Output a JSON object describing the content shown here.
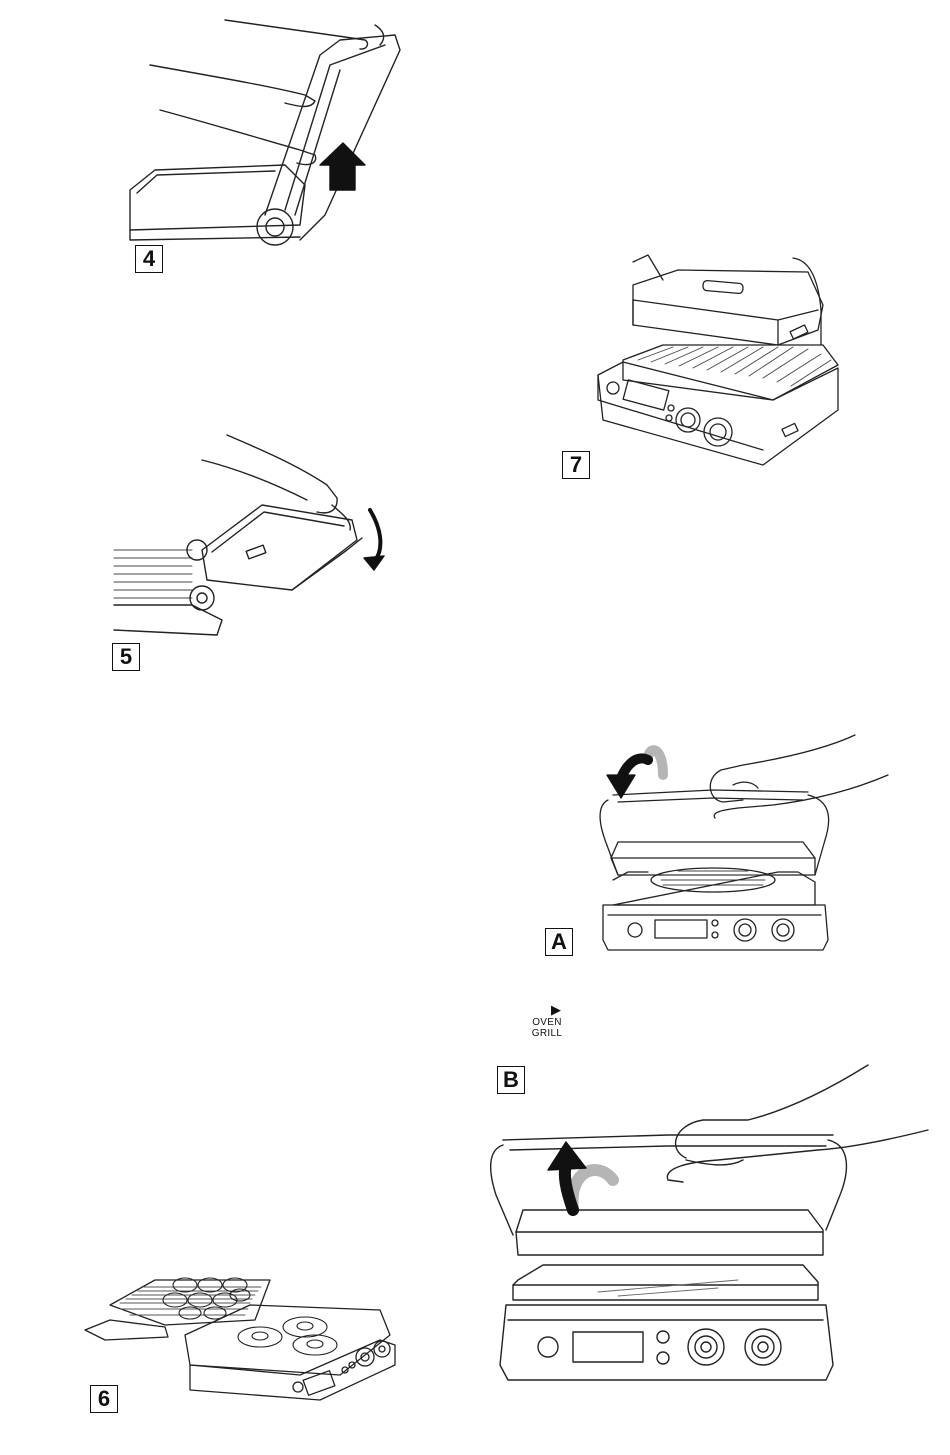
{
  "labels": {
    "step4": "4",
    "step5": "5",
    "step6": "6",
    "step7": "7",
    "stepA": "A",
    "stepB": "B"
  },
  "button_icon": {
    "symbol": "▶",
    "line1": "OVEN",
    "line2": "GRILL"
  },
  "colors": {
    "line": "#222222",
    "arrow_dark": "#111111",
    "arrow_light": "#b5b5b5"
  }
}
